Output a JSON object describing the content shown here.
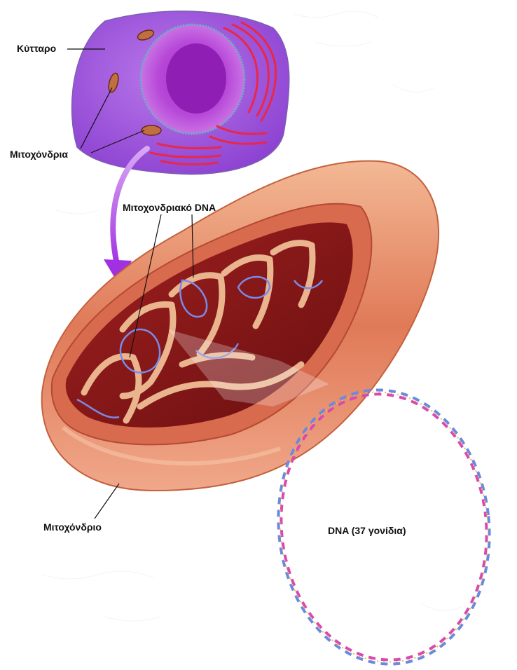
{
  "labels": {
    "cell": "Κύτταρο",
    "mitochondria": "Μιτοχόνδρια",
    "mito_dna": "Μιτοχονδριακό DNA",
    "mitochondrion": "Μιτοχόνδριο",
    "dna_ring": "DNA (37 γονίδια)"
  },
  "colors": {
    "cell_fill": "#a45ce0",
    "nucleus": "#b030c8",
    "er": "#e8284a",
    "mito_outer": "#e08a60",
    "mito_inner": "#8a1a18",
    "dna_strand_a": "#d84ab0",
    "dna_strand_b": "#6a8ae0",
    "arrow": "#b040e0"
  }
}
